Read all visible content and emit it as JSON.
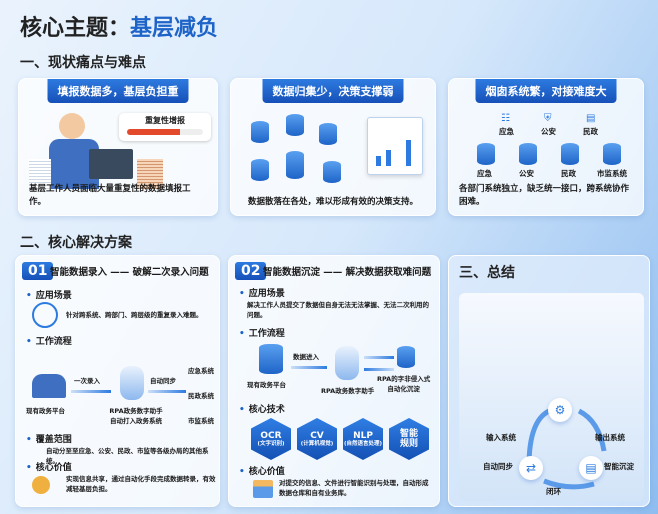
{
  "title": {
    "prefix": "核心主题：",
    "highlight": "基层减负"
  },
  "section1": {
    "title": "一、现状痛点与难点",
    "cards": [
      {
        "ribbon": "填报数据多，基层负担重",
        "badge": "重复性增报",
        "desc": "基层工作人员面临大量重复性的数据填报工作。"
      },
      {
        "ribbon": "数据归集少，决策支撑弱",
        "desc": "数据散落在各处，难以形成有效的决策支持。"
      },
      {
        "ribbon": "烟囱系统繁，对接难度大",
        "top_labels": [
          "应急",
          "公安",
          "民政"
        ],
        "bottom_labels": [
          "应急",
          "公安",
          "民政",
          "市监系统"
        ],
        "desc": "各部门系统独立，缺乏统一接口，跨系统协作困难。"
      }
    ]
  },
  "section2": {
    "title": "二、核心解决方案",
    "card1": {
      "num": "01",
      "title": "智能数据录入 —— 破解二次录入问题",
      "h_scene": "应用场景",
      "scene": "针对跨系统、跨部门、跨层级的重复录入难题。",
      "h_flow": "工作流程",
      "flow_source": "现有政务平台",
      "flow_arrow1": "一次录入",
      "flow_robot": "RPA政务数字助手\n自动打入政务系统",
      "flow_arrow2": "自动同步",
      "targets": [
        "应急系统",
        "民政系统",
        "市监系统"
      ],
      "h_scope": "覆盖范围",
      "scope": "自动分至至应急、公安、民政、市监等各级办局的其他系统。",
      "h_value": "核心价值",
      "value": "实现信息共享，通过自动化手段完成数据转录，有效减轻基层负担。"
    },
    "card2": {
      "num": "02",
      "title": "智能数据沉淀 —— 解决数据获取难问题",
      "h_scene": "应用场景",
      "scene": "解决工作人员提交了数据但自身无法无法掌握、无法二次利用的问题。",
      "h_flow": "工作流程",
      "flow_source": "现有政务平台",
      "flow_arrow": "数据进入",
      "flow_robot": "RPA政务数字助手",
      "flow_target": "RPA的字非侵入式\n自动化沉淀",
      "h_tech": "核心技术",
      "tech": [
        {
          "main": "OCR",
          "sub": "(文字识别)"
        },
        {
          "main": "CV",
          "sub": "(计算机视觉)"
        },
        {
          "main": "NLP",
          "sub": "(自然语言处理)"
        },
        {
          "main": "智能\n规则",
          "sub": ""
        }
      ],
      "h_value": "核心价值",
      "value": "对提交的信息、文件进行智能识别与处理，自动形成数据仓库和自有业务库。"
    }
  },
  "section3": {
    "title": "三、总结",
    "cycle": {
      "input": "输入系统",
      "output": "输出系统",
      "sync": "自动同步",
      "deposit": "智能沉淀",
      "loop": "闭环"
    }
  }
}
